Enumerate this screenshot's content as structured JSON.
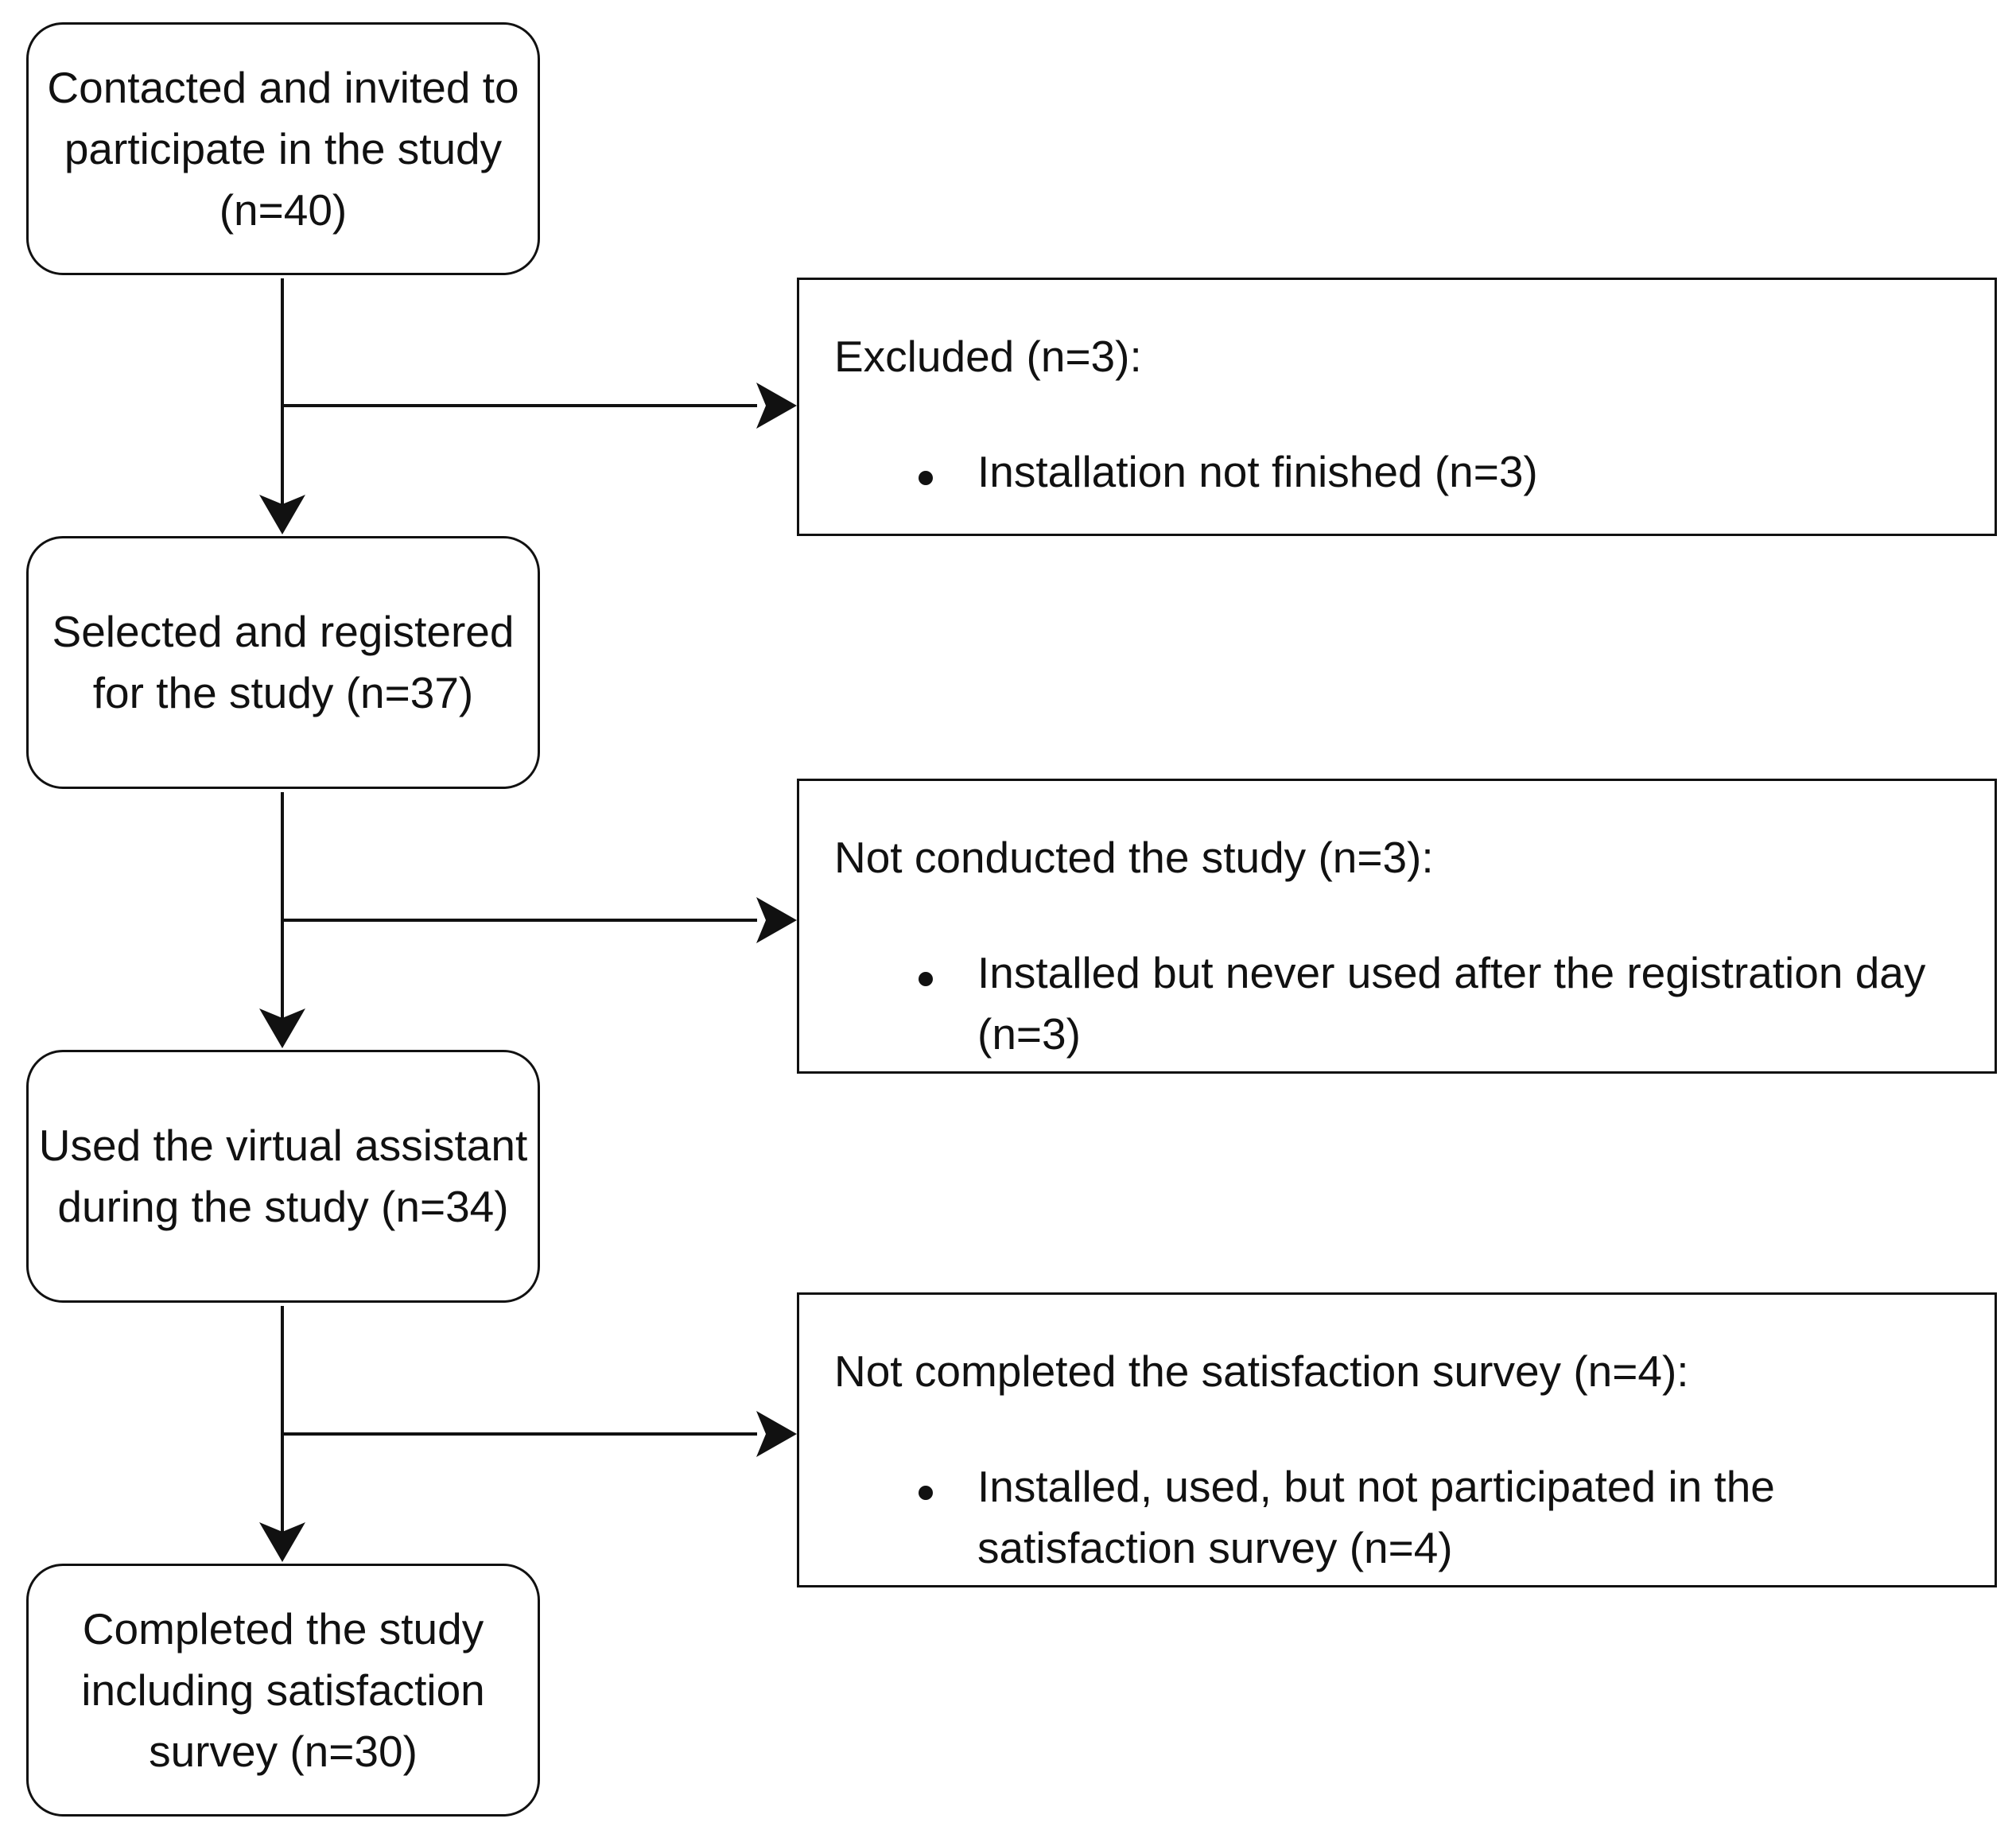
{
  "stages": [
    {
      "label": "Contacted and invited to participate in the study (n=40)"
    },
    {
      "label": "Selected and registered for the study (n=37)"
    },
    {
      "label": "Used the virtual assistant during the study (n=34)"
    },
    {
      "label": "Completed the study including satisfaction survey (n=30)"
    }
  ],
  "exclusions": [
    {
      "title": "Excluded (n=3):",
      "items": [
        "Installation not finished (n=3)"
      ]
    },
    {
      "title": "Not conducted the study (n=3):",
      "items": [
        "Installed but never used after the registration day (n=3)"
      ]
    },
    {
      "title": "Not completed the satisfaction survey (n=4):",
      "items": [
        "Installed, used, but not participated in the satisfaction survey (n=4)"
      ]
    }
  ],
  "colors": {
    "stroke": "#111111",
    "background": "#ffffff"
  }
}
